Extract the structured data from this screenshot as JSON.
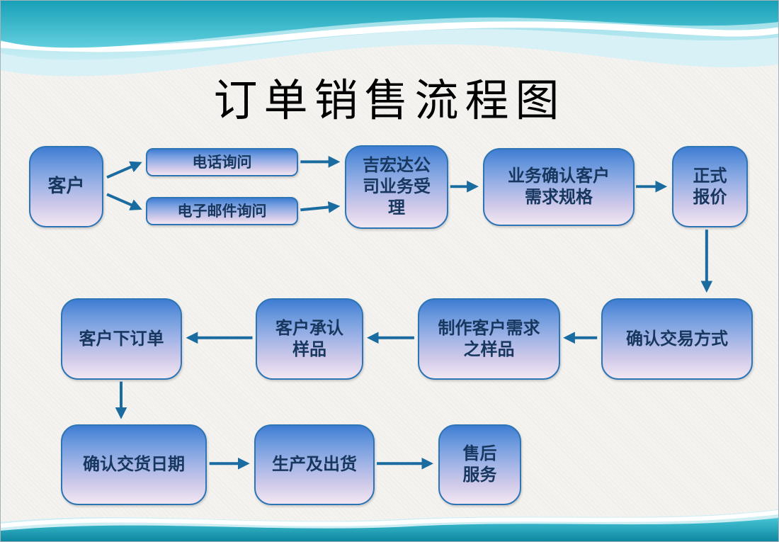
{
  "slide": {
    "title": "订单销售流程图"
  },
  "nodes": [
    {
      "id": "customer",
      "label": "客户"
    },
    {
      "id": "phone-inquiry",
      "label": "电话询问"
    },
    {
      "id": "email-inquiry",
      "label": "电子邮件询问"
    },
    {
      "id": "company-acceptance",
      "label": "吉宏达公\n司业务受\n理"
    },
    {
      "id": "confirm-specs",
      "label": "业务确认客户\n需求规格"
    },
    {
      "id": "formal-quote",
      "label": "正式\n报价"
    },
    {
      "id": "confirm-transaction",
      "label": "确认交易方式"
    },
    {
      "id": "make-sample",
      "label": "制作客户需求\n之样品"
    },
    {
      "id": "approve-sample",
      "label": "客户承认\n样品"
    },
    {
      "id": "place-order",
      "label": "客户下订单"
    },
    {
      "id": "confirm-delivery",
      "label": "确认交货日期"
    },
    {
      "id": "production-shipping",
      "label": "生产及出货"
    },
    {
      "id": "after-sales",
      "label": "售后\n服务"
    }
  ],
  "edges": [
    {
      "from": "customer",
      "to": "phone-inquiry"
    },
    {
      "from": "customer",
      "to": "email-inquiry"
    },
    {
      "from": "phone-inquiry",
      "to": "company-acceptance"
    },
    {
      "from": "email-inquiry",
      "to": "company-acceptance"
    },
    {
      "from": "company-acceptance",
      "to": "confirm-specs"
    },
    {
      "from": "confirm-specs",
      "to": "formal-quote"
    },
    {
      "from": "formal-quote",
      "to": "confirm-transaction"
    },
    {
      "from": "confirm-transaction",
      "to": "make-sample"
    },
    {
      "from": "make-sample",
      "to": "approve-sample"
    },
    {
      "from": "approve-sample",
      "to": "place-order"
    },
    {
      "from": "place-order",
      "to": "confirm-delivery"
    },
    {
      "from": "confirm-delivery",
      "to": "production-shipping"
    },
    {
      "from": "production-shipping",
      "to": "after-sales"
    }
  ],
  "colors": {
    "background": "#f4f3f0",
    "title_color": "#000000",
    "node_border": "#2e75b6",
    "node_text": "#17375e",
    "arrow_color": "#1a6b9f",
    "wave_teal": "#1ba3bb"
  }
}
